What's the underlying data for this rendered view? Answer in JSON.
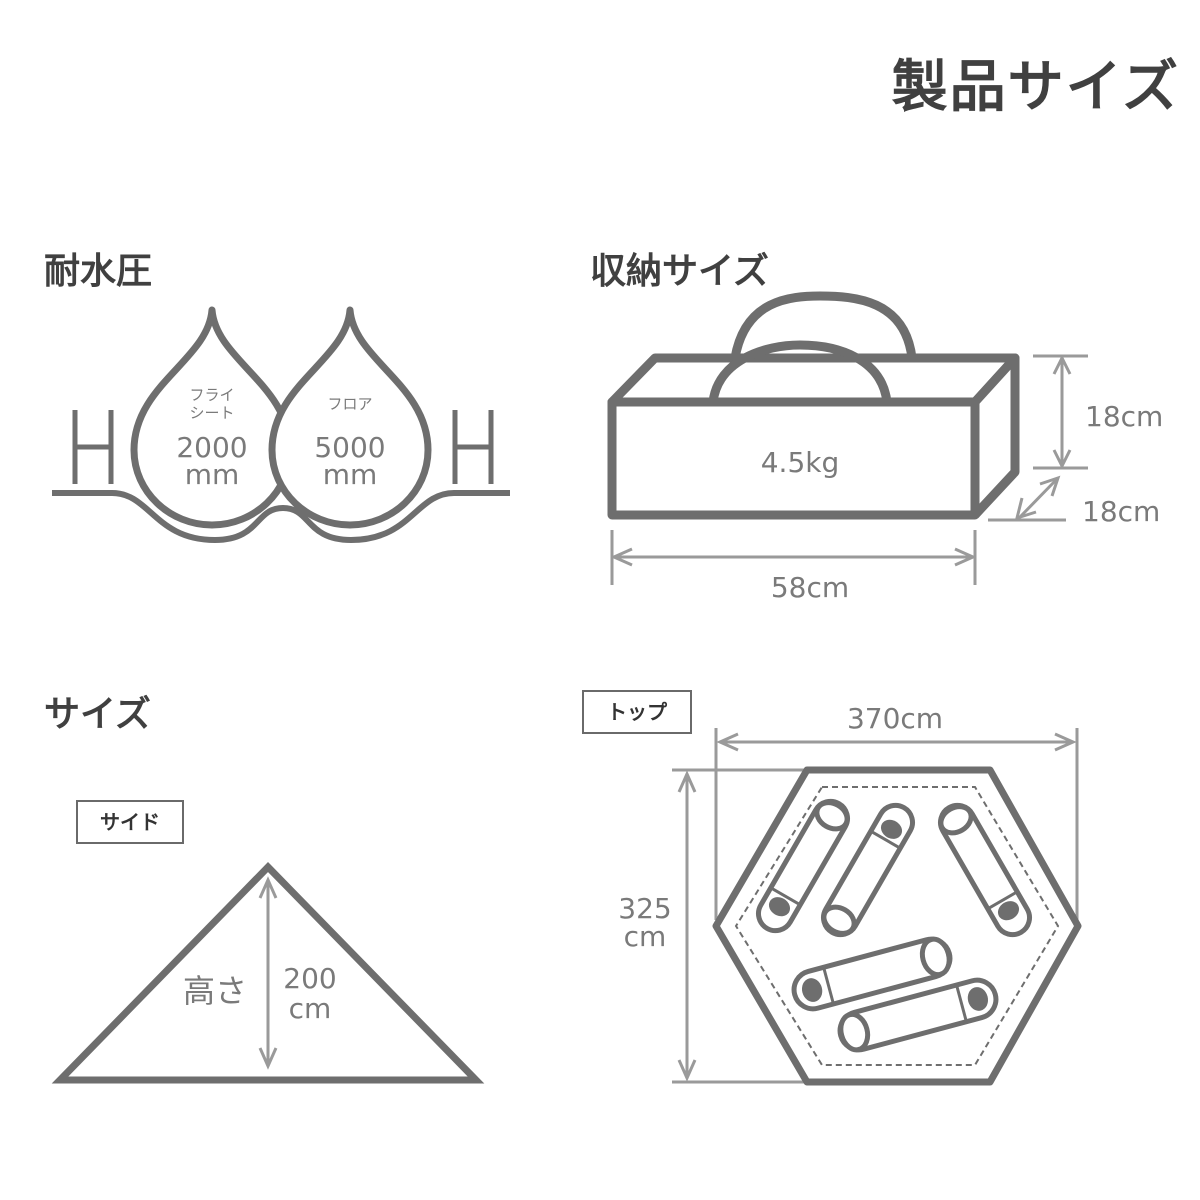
{
  "title": "製品サイズ",
  "water_resistance": {
    "heading": "耐水圧",
    "height_symbol": "H",
    "fly": {
      "label_line1": "フライ",
      "label_line2": "シート",
      "value": "2000",
      "unit": "mm"
    },
    "floor": {
      "label": "フロア",
      "value": "5000",
      "unit": "mm"
    }
  },
  "storage": {
    "heading": "収納サイズ",
    "weight": "4.5kg",
    "height": "18cm",
    "depth": "18cm",
    "width": "58cm"
  },
  "size": {
    "heading": "サイズ",
    "side": {
      "tag": "サイド",
      "height_label": "高さ",
      "value": "200",
      "unit": "cm"
    },
    "top": {
      "tag": "トップ",
      "width": "370cm",
      "depth_value": "325",
      "depth_unit": "cm"
    }
  },
  "colors": {
    "line": "#6e6e6e",
    "text": "#7a7a7a",
    "heading": "#404040"
  }
}
